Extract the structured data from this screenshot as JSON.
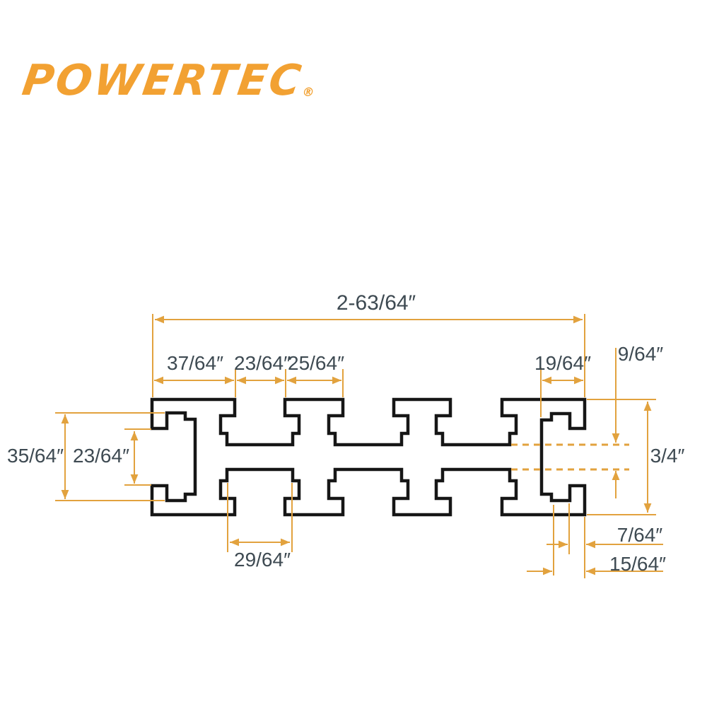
{
  "brand": {
    "logo_text": "POWERTEC",
    "registered_mark": "®",
    "logo_color": "#F2A132"
  },
  "colors": {
    "dimension_lines": "#E2A23E",
    "profile_outline": "#161616",
    "label_text": "#3E4A52",
    "background": "#FFFFFF"
  },
  "dims": {
    "overall_width": "2-63/64″",
    "cap1_width": "37/64″",
    "top_slot_opening": "23/64″",
    "cap2_width": "25/64″",
    "right_cavity_depth": "19/64″",
    "web_thickness": "9/64″",
    "left_cavity_height": "35/64″",
    "left_opening_height": "23/64″",
    "overall_height": "3/4″",
    "bottom_slot_width": "29/64″",
    "right_lip_width": "7/64″",
    "right_step_width": "15/64″"
  }
}
